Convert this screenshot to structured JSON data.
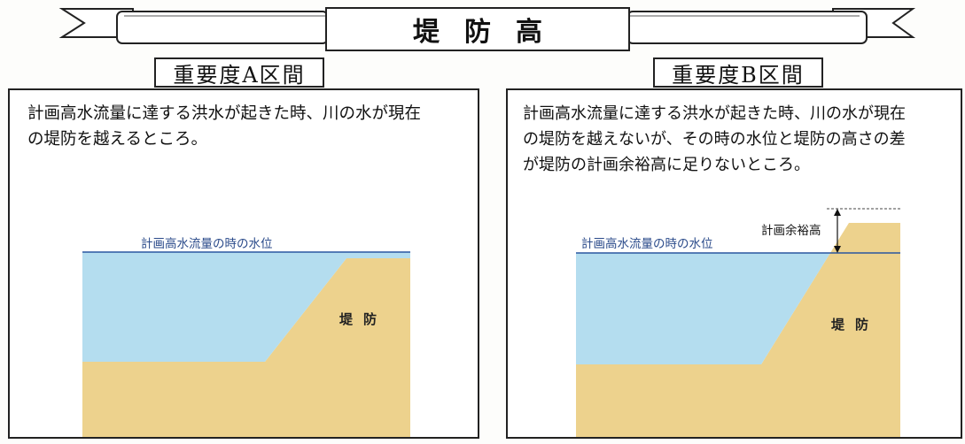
{
  "title": "堤防高",
  "colors": {
    "water": "#b4ddef",
    "earth": "#edd28d",
    "waterline": "#2a56a0",
    "border": "#222222"
  },
  "section_a": {
    "label": "重要度A区間",
    "description": "計画高水流量に達する洪水が起きた時、川の水が現在\nの堤防を越えるところ。",
    "water_level_label": "計画高水流量の時の水位",
    "dike_label": "堤防"
  },
  "section_b": {
    "label": "重要度B区間",
    "description": "計画高水流量に達する洪水が起きた時、川の水が現在\nの堤防を越えないが、その時の水位と堤防の高さの差\nが堤防の計画余裕高に足りないところ。",
    "water_level_label": "計画高水流量の時の水位",
    "margin_label": "計画余裕高",
    "dike_label": "堤防"
  }
}
